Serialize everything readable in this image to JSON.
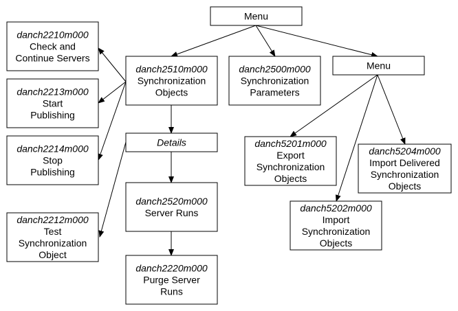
{
  "nodes": [
    {
      "id": "menu_top",
      "lines": [
        {
          "text": "Menu",
          "italic": false
        }
      ]
    },
    {
      "id": "n2510",
      "lines": [
        {
          "text": "danch2510m000",
          "italic": true
        },
        {
          "text": "Synchronization",
          "italic": false
        },
        {
          "text": "Objects",
          "italic": false
        }
      ]
    },
    {
      "id": "n2500",
      "lines": [
        {
          "text": "danch2500m000",
          "italic": true
        },
        {
          "text": "Synchronization",
          "italic": false
        },
        {
          "text": "Parameters",
          "italic": false
        }
      ]
    },
    {
      "id": "menu_right",
      "lines": [
        {
          "text": "Menu",
          "italic": false
        }
      ]
    },
    {
      "id": "n2210",
      "lines": [
        {
          "text": "danch2210m000",
          "italic": true
        },
        {
          "text": "Check and",
          "italic": false
        },
        {
          "text": "Continue Servers",
          "italic": false
        }
      ]
    },
    {
      "id": "n2213",
      "lines": [
        {
          "text": "danch2213m000",
          "italic": true
        },
        {
          "text": "Start",
          "italic": false
        },
        {
          "text": "Publishing",
          "italic": false
        }
      ]
    },
    {
      "id": "n2214",
      "lines": [
        {
          "text": "danch2214m000",
          "italic": true
        },
        {
          "text": "Stop",
          "italic": false
        },
        {
          "text": "Publishing",
          "italic": false
        }
      ]
    },
    {
      "id": "n2212",
      "lines": [
        {
          "text": "danch2212m000",
          "italic": true
        },
        {
          "text": "Test",
          "italic": false
        },
        {
          "text": "Synchronization",
          "italic": false
        },
        {
          "text": "Object",
          "italic": false
        }
      ]
    },
    {
      "id": "details",
      "lines": [
        {
          "text": "Details",
          "italic": true
        }
      ]
    },
    {
      "id": "n2520",
      "lines": [
        {
          "text": "danch2520m000",
          "italic": true
        },
        {
          "text": "Server Runs",
          "italic": false
        }
      ]
    },
    {
      "id": "n2220",
      "lines": [
        {
          "text": "danch2220m000",
          "italic": true
        },
        {
          "text": "Purge Server",
          "italic": false
        },
        {
          "text": "Runs",
          "italic": false
        }
      ]
    },
    {
      "id": "n5201",
      "lines": [
        {
          "text": "danch5201m000",
          "italic": true
        },
        {
          "text": "Export",
          "italic": false
        },
        {
          "text": "Synchronization",
          "italic": false
        },
        {
          "text": "Objects",
          "italic": false
        }
      ]
    },
    {
      "id": "n5204",
      "lines": [
        {
          "text": "danch5204m000",
          "italic": true
        },
        {
          "text": "Import Delivered",
          "italic": false
        },
        {
          "text": "Synchronization",
          "italic": false
        },
        {
          "text": "Objects",
          "italic": false
        }
      ]
    },
    {
      "id": "n5202",
      "lines": [
        {
          "text": "danch5202m000",
          "italic": true
        },
        {
          "text": "Import",
          "italic": false
        },
        {
          "text": "Synchronization",
          "italic": false
        },
        {
          "text": "Objects",
          "italic": false
        }
      ]
    }
  ],
  "edges": [
    {
      "from": "menu_top",
      "to": "n2510"
    },
    {
      "from": "menu_top",
      "to": "n2500"
    },
    {
      "from": "menu_top",
      "to": "menu_right"
    },
    {
      "from": "n2510",
      "to": "n2210"
    },
    {
      "from": "n2510",
      "to": "n2213"
    },
    {
      "from": "n2510",
      "to": "n2214"
    },
    {
      "from": "n2510",
      "to": "details"
    },
    {
      "from": "details",
      "to": "n2212"
    },
    {
      "from": "details",
      "to": "n2520"
    },
    {
      "from": "n2520",
      "to": "n2220"
    },
    {
      "from": "menu_right",
      "to": "n5201"
    },
    {
      "from": "menu_right",
      "to": "n5204"
    },
    {
      "from": "menu_right",
      "to": "n5202"
    }
  ]
}
